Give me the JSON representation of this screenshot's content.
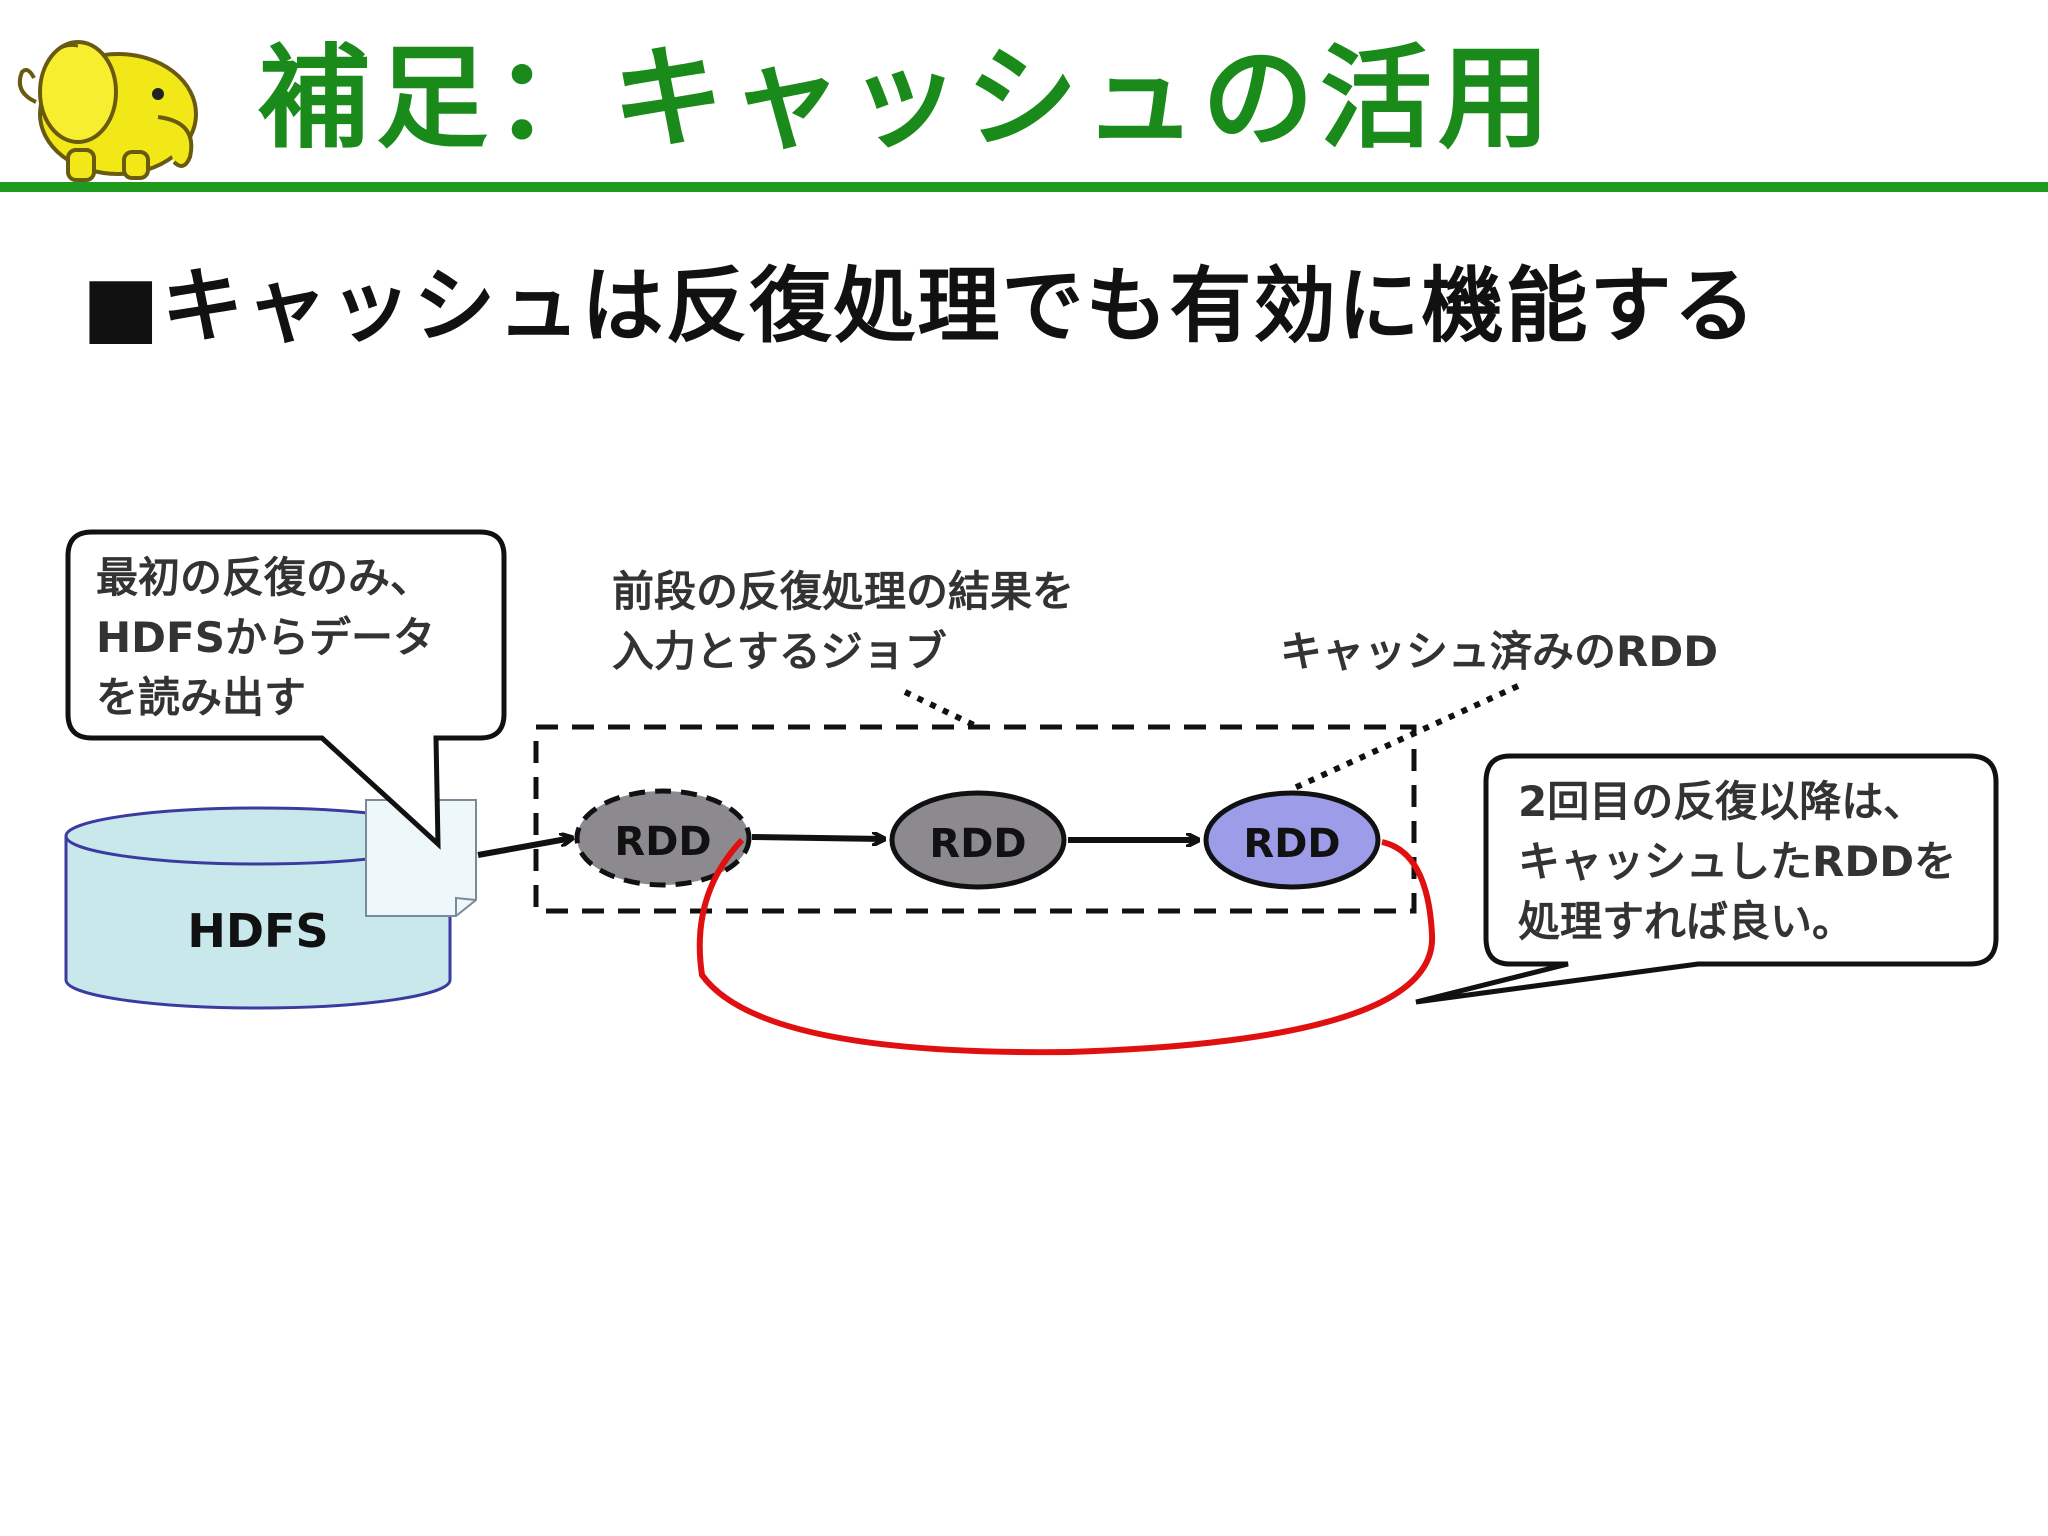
{
  "title": "補足：キャッシュの活用",
  "subtitle": "■キャッシュは反復処理でも有効に機能する",
  "callouts": {
    "first_iteration": [
      "最初の反復のみ、",
      "HDFSからデータ",
      "を読み出す"
    ],
    "later_iterations": [
      "2回目の反復以降は、",
      "キャッシュしたRDDを",
      "処理すれば良い。"
    ]
  },
  "labels": {
    "job": [
      "前段の反復処理の結果を",
      "入力とするジョブ"
    ],
    "cached_rdd": "キャッシュ済みのRDD"
  },
  "storage": {
    "label": "HDFS"
  },
  "nodes": [
    {
      "label": "RDD",
      "state": "input"
    },
    {
      "label": "RDD",
      "state": "intermediate"
    },
    {
      "label": "RDD",
      "state": "cached"
    }
  ],
  "colors": {
    "title": "#1a8a1a",
    "rule": "#1e9a1e",
    "rdd_gray": "#8c8a8e",
    "rdd_cached": "#9c9ce8",
    "hdfs_fill": "#c8e8ec",
    "loop": "#e01010"
  }
}
